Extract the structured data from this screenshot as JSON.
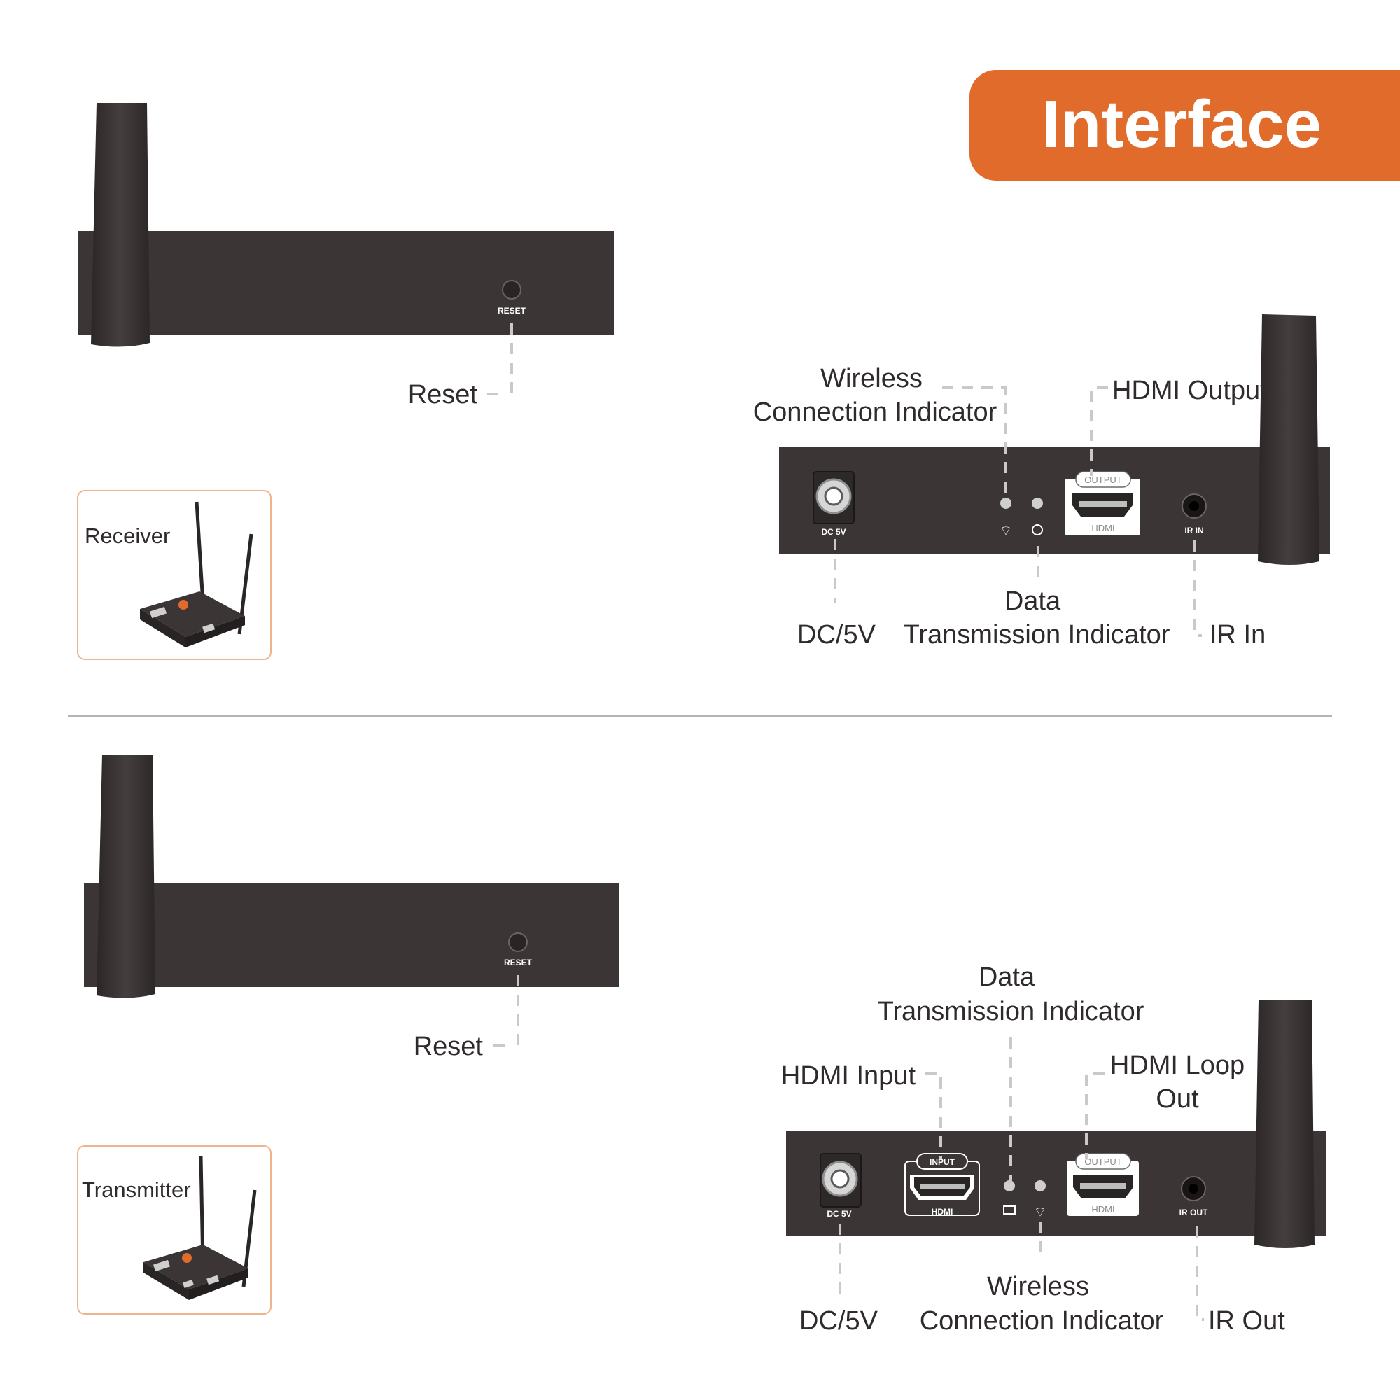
{
  "header": {
    "title": "Interface",
    "accent_color": "#e06b2a"
  },
  "receiver": {
    "thumb_label": "Receiver",
    "top_panel": {
      "port_label": "RESET"
    },
    "top_callout": "Reset",
    "rear_panel": {
      "dc_port": "DC 5V",
      "hdmi_badge": "OUTPUT",
      "hdmi_sub": "HDMI",
      "ir_port": "IR IN"
    },
    "callouts": {
      "wireless_1": "Wireless",
      "wireless_2": "Connection Indicator",
      "hdmi_output": "HDMI Output",
      "dc": "DC/5V",
      "data_1": "Data",
      "data_2": "Transmission Indicator",
      "ir": "IR In"
    }
  },
  "transmitter": {
    "thumb_label": "Transmitter",
    "top_panel": {
      "port_label": "RESET"
    },
    "top_callout": "Reset",
    "rear_panel": {
      "dc_port": "DC 5V",
      "hdmi_in_badge": "INPUT",
      "hdmi_in_sub": "HDMI",
      "hdmi_out_badge": "OUTPUT",
      "hdmi_out_sub": "HDMI",
      "ir_port": "IR OUT"
    },
    "callouts": {
      "data_1": "Data",
      "data_2": "Transmission Indicator",
      "hdmi_input": "HDMI Input",
      "loop_1": "HDMI Loop",
      "loop_2": "Out",
      "dc": "DC/5V",
      "wireless_1": "Wireless",
      "wireless_2": "Connection Indicator",
      "ir": "IR Out"
    }
  },
  "colors": {
    "device": "#3b3535",
    "text": "#2f2b2b",
    "leader": "#c9c9c9",
    "card_border": "#f0b48c"
  }
}
